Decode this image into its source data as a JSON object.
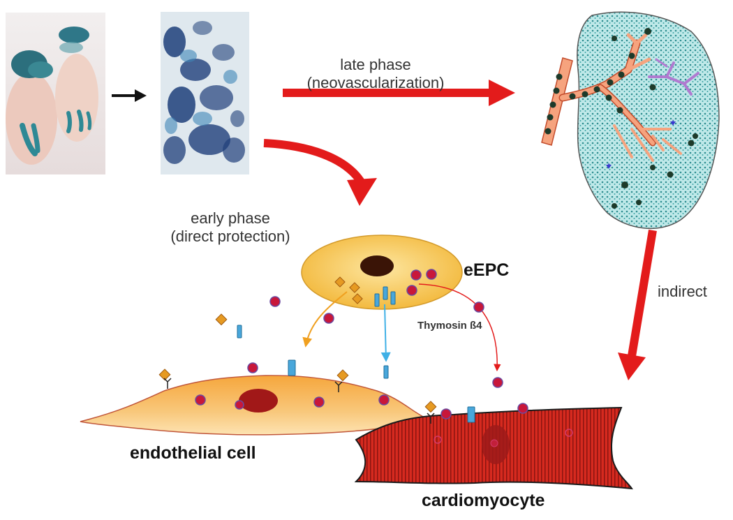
{
  "labels": {
    "late_phase_line1": "late phase",
    "late_phase_line2": "(neovascularization)",
    "early_phase_line1": "early phase",
    "early_phase_line2": "(direct protection)",
    "eepc": "eEPC",
    "indirect": "indirect",
    "thymosin": "Thymosin ß4",
    "endothelial_cell": "endothelial cell",
    "cardiomyocyte": "cardiomyocyte"
  },
  "colors": {
    "arrow_red": "#e31b1b",
    "eepc_fill": "#f9c95a",
    "endothelial_fill": "#f7b04a",
    "cardio_fill": "#c8241b",
    "heart_fill": "#9fdcdc",
    "vessel_fill": "#f4a07a",
    "diamond": "#e69a22",
    "blue_marker": "#49a7db"
  }
}
